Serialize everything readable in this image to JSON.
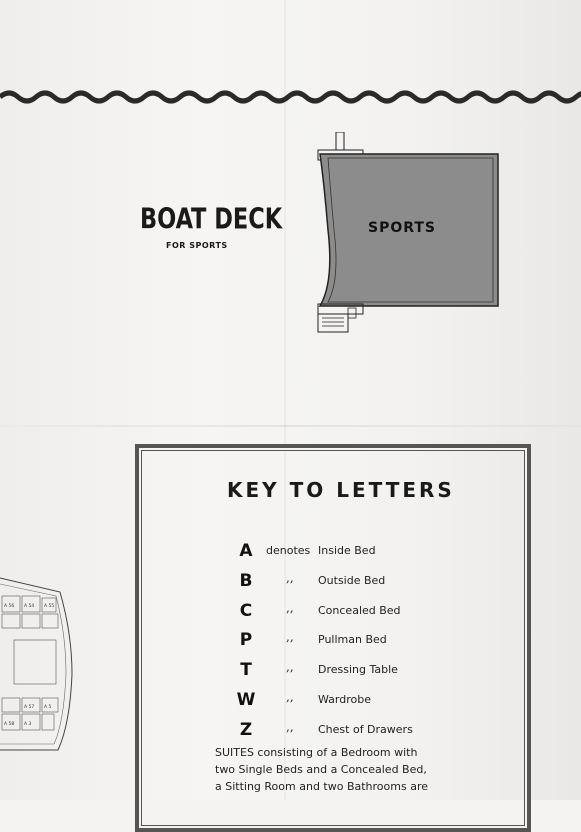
{
  "boat_deck": {
    "title": "BOAT DECK",
    "subtitle": "FOR SPORTS",
    "area_label": "SPORTS"
  },
  "key": {
    "title": "KEY TO LETTERS",
    "entries": [
      {
        "letter": "A",
        "connector": "denotes",
        "description": "Inside Bed"
      },
      {
        "letter": "B",
        "connector": ",,",
        "description": "Outside Bed"
      },
      {
        "letter": "C",
        "connector": ",,",
        "description": "Concealed Bed"
      },
      {
        "letter": "P",
        "connector": ",,",
        "description": "Pullman Bed"
      },
      {
        "letter": "T",
        "connector": ",,",
        "description": "Dressing Table"
      },
      {
        "letter": "W",
        "connector": ",,",
        "description": "Wardrobe"
      },
      {
        "letter": "Z",
        "connector": ",,",
        "description": "Chest of Drawers"
      }
    ],
    "suites_lines": [
      "SUITES consisting of a Bedroom with",
      "two Single Beds and a Concealed Bed,",
      "a Sitting Room and two Bathrooms are"
    ]
  },
  "partial_plan": {
    "cabin_labels": [
      "A 56",
      "A 54",
      "A 55",
      "A 57",
      "A 5",
      "A 58",
      "A 3"
    ]
  },
  "colors": {
    "ink": "#1c1c1c",
    "sports_fill": "#8c8c8c",
    "frame": "#555555"
  }
}
